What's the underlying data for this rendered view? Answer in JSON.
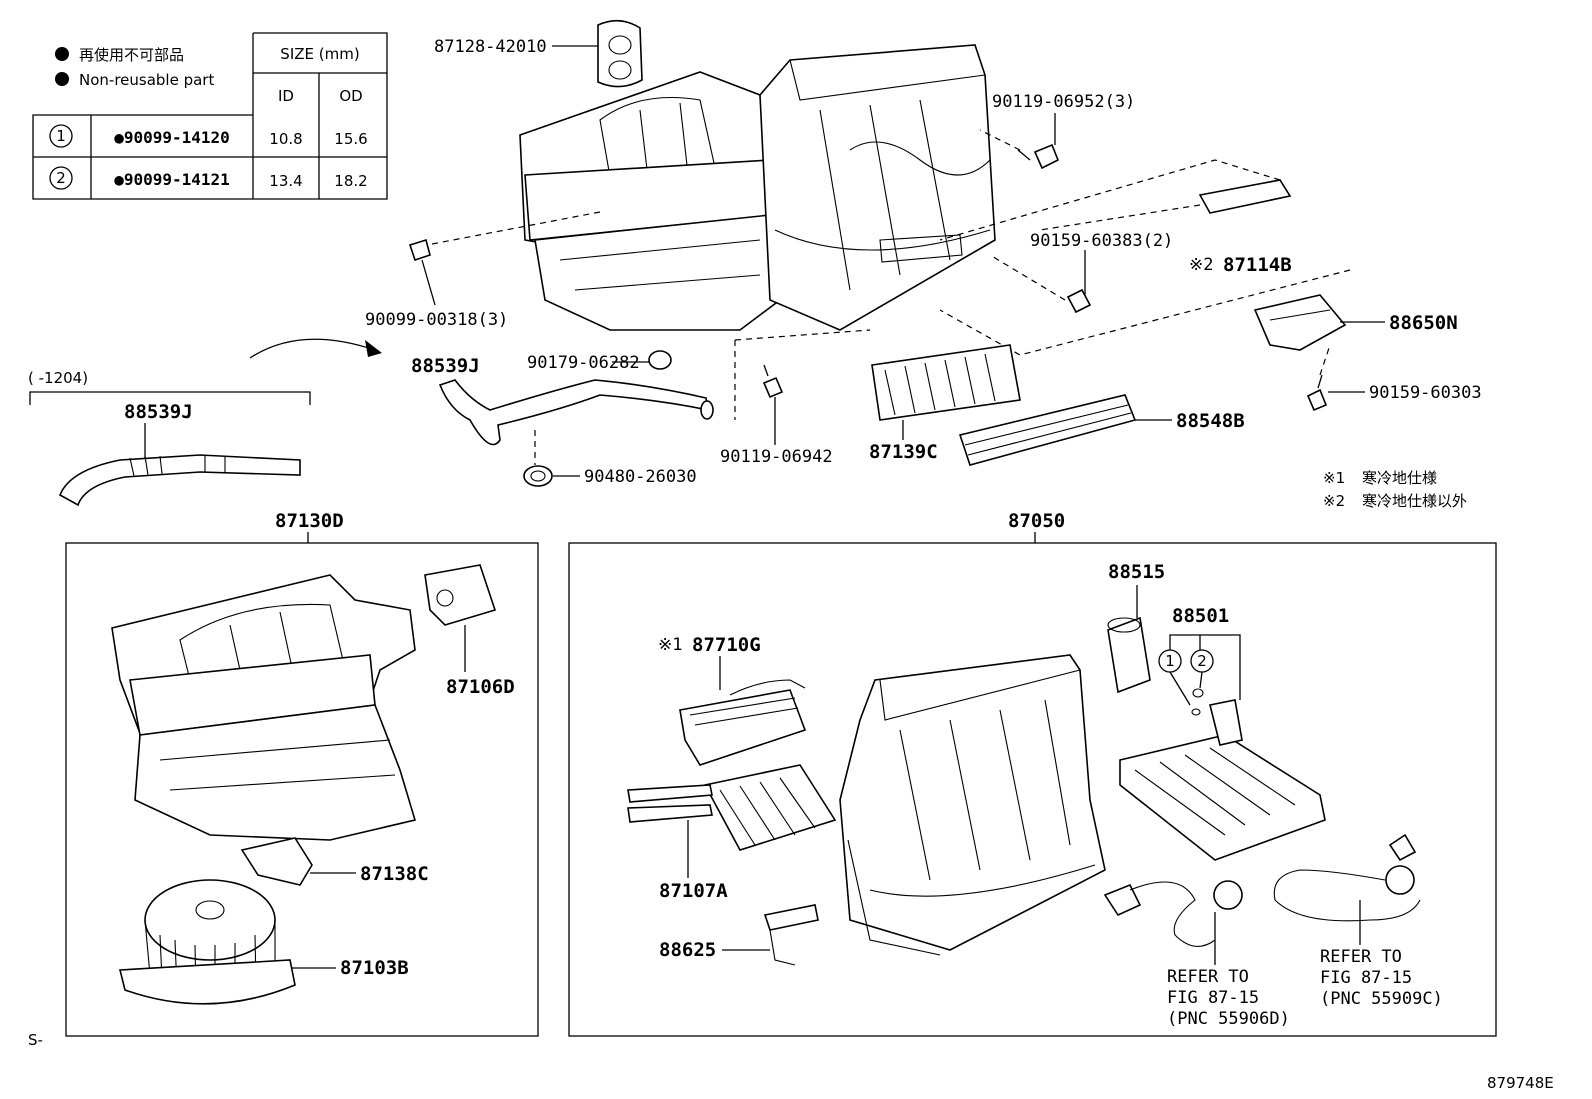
{
  "legend": {
    "bullet_jp": "再使用不可部品",
    "bullet_en": "Non-reusable part",
    "notes": [
      {
        "mark": "※1",
        "text": "寒冷地仕様"
      },
      {
        "mark": "※2",
        "text": "寒冷地仕様以外"
      }
    ]
  },
  "size_table": {
    "header_size": "SIZE (mm)",
    "header_id": "ID",
    "header_od": "OD",
    "rows": [
      {
        "num": "1",
        "part": "●90099-14120",
        "id": "10.8",
        "od": "15.6"
      },
      {
        "num": "2",
        "part": "●90099-14121",
        "id": "13.4",
        "od": "18.2"
      }
    ]
  },
  "labels": {
    "p87128": "87128-42010",
    "p90119_06952": "90119-06952(3)",
    "p90159_60383": "90159-60383(2)",
    "p87114b": "87114B",
    "p87114b_mark": "※2",
    "p88650n": "88650N",
    "p90159_60303": "90159-60303",
    "p88548b": "88548B",
    "p87139c": "87139C",
    "p90119_06942": "90119-06942",
    "p90099_00318": "90099-00318(3)",
    "p90179_06282": "90179-06282",
    "p88539j_top": "88539J",
    "p90480_26030": "90480-26030",
    "range_note": "(    -1204)",
    "p88539j_left": "88539J",
    "p87130d": "87130D",
    "p87050": "87050",
    "p87106d": "87106D",
    "p87138c": "87138C",
    "p87103b": "87103B",
    "p88515": "88515",
    "p88501": "88501",
    "p87710g": "87710G",
    "p87710g_mark": "※1",
    "p87107a": "87107A",
    "p88625": "88625",
    "ref1_line1": "REFER TO",
    "ref1_line2": "FIG 87-15",
    "ref1_line3": "(PNC 55906D)",
    "ref2_line1": "REFER TO",
    "ref2_line2": "FIG 87-15",
    "ref2_line3": "(PNC 55909C)",
    "circle1": "1",
    "circle2": "2",
    "corner_left": "S-",
    "figure_id": "879748E"
  }
}
